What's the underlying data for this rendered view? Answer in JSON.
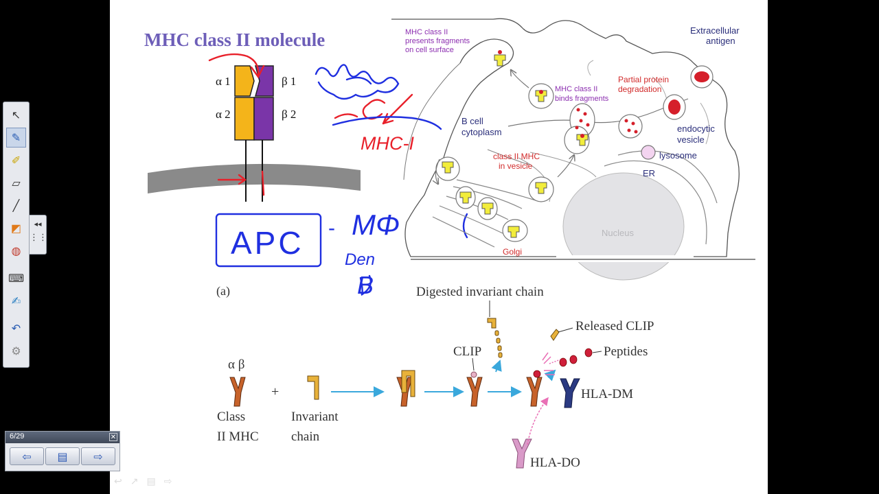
{
  "slide": {
    "title": "MHC class II molecule",
    "labels": {
      "alpha1": "α 1",
      "beta1": "β 1",
      "alpha2": "α 2",
      "beta2": "β 2",
      "panel_a": "(a)",
      "presents_1": "MHC class II",
      "presents_2": "presents fragments",
      "presents_3": "on cell surface",
      "extracellular_1": "Extracellular",
      "extracellular_2": "antigen",
      "partial_1": "Partial protein",
      "partial_2": "degradation",
      "binds_1": "MHC class II",
      "binds_2": "binds fragments",
      "bcell_1": "B cell",
      "bcell_2": "cytoplasm",
      "endocytic_1": "endocytic",
      "endocytic_2": "vesicle",
      "lysosome": "lysosome",
      "class2vesicle_1": "class II MHC",
      "class2vesicle_2": "in vesicle",
      "er": "ER",
      "nucleus": "Nucleus",
      "golgi": "Golgi",
      "digested": "Digested invariant chain",
      "released_clip": "Released CLIP",
      "peptides": "Peptides",
      "clip": "CLIP",
      "alpha_beta": "α β",
      "plus": "+",
      "class_ii_1": "Class",
      "class_ii_2": "II  MHC",
      "invariant_1": "Invariant",
      "invariant_2": "chain",
      "hla_dm": "HLA-DM",
      "hla_do": "HLA-DO"
    },
    "annotations": {
      "mhc1": "MHC-I",
      "apc": "APC",
      "dash": "-",
      "mphi": "MΦ",
      "den": "Den",
      "b": "B"
    }
  },
  "toolbar": {
    "tools": [
      {
        "name": "select",
        "glyph": "↖"
      },
      {
        "name": "pen",
        "glyph": "✎"
      },
      {
        "name": "highlighter",
        "glyph": "✐"
      },
      {
        "name": "eraser",
        "glyph": "▱"
      },
      {
        "name": "line",
        "glyph": "╱"
      },
      {
        "name": "shapes",
        "glyph": "◩"
      },
      {
        "name": "fill",
        "glyph": "◍"
      },
      {
        "name": "keyboard",
        "glyph": "⌨"
      },
      {
        "name": "text",
        "glyph": "✍"
      },
      {
        "name": "undo",
        "glyph": "↶"
      },
      {
        "name": "settings",
        "glyph": "⚙"
      }
    ],
    "collapse_glyph": "◂◂"
  },
  "pagenav": {
    "counter": "6/29",
    "close_glyph": "✕",
    "prev_glyph": "⇦",
    "menu_glyph": "▤",
    "next_glyph": "⇨"
  },
  "colors": {
    "title": "#6d5eb8",
    "ink_red": "#e8202a",
    "ink_blue": "#1f2fe0",
    "alpha": "#f4b41a",
    "beta": "#7a35a8",
    "membrane": "#8a8a8a",
    "purple_label": "#8c2fb0",
    "red_label": "#d12a2a",
    "navy_label": "#2a2e7a",
    "arrow_cyan": "#3aa8dc",
    "mhc_orange": "#c7622a",
    "hla_dm": "#2b3a82",
    "hla_do": "#d99ac8"
  }
}
